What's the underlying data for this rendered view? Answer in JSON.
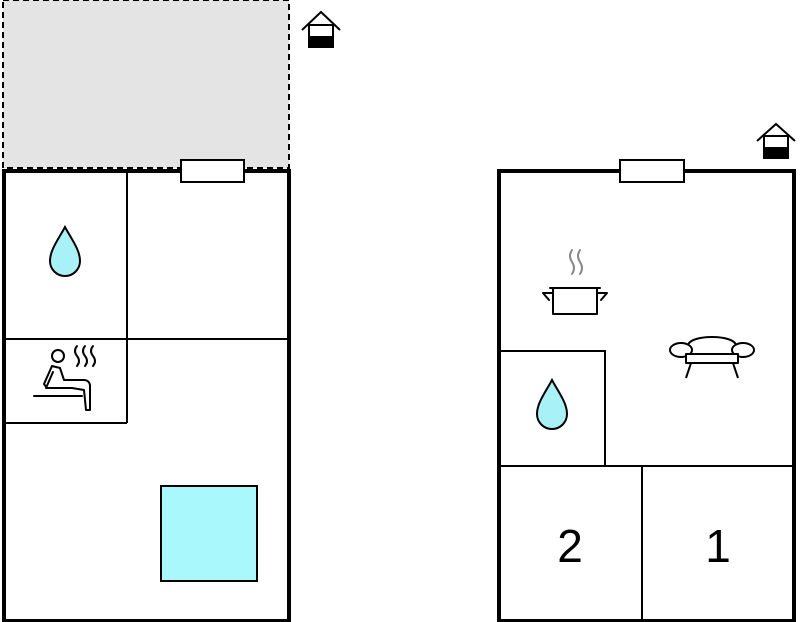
{
  "floor_left": {
    "rooms": [
      "bathroom",
      "sauna",
      "pool"
    ]
  },
  "floor_right": {
    "rooms": [
      "kitchen",
      "living-room",
      "bathroom",
      "bedroom",
      "bedroom"
    ],
    "bedroom_numbers": [
      "2",
      "1"
    ]
  },
  "icons": {
    "entrance": "entrance-icon",
    "water": "water-drop-icon",
    "sauna": "sauna-icon",
    "kitchen": "cooking-pot-icon",
    "sofa": "sofa-icon",
    "pool": "pool-icon"
  },
  "colors": {
    "wall": "#000000",
    "water": "#a8f2f7",
    "terrace": "#e4e4e4",
    "pool": "#a8f8fc"
  }
}
